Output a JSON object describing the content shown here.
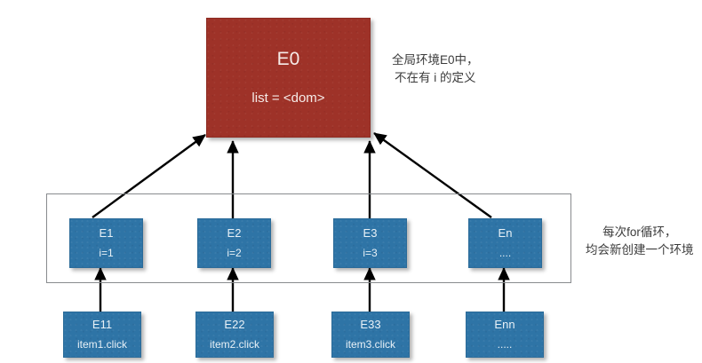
{
  "diagram": {
    "title": "JavaScript closure / for-loop scope chain diagram",
    "colors": {
      "root_fill": "#9e3228",
      "env_fill": "#2e74a6",
      "group_stroke": "#888b8e",
      "arrow": "#000000",
      "annotation_text": "#3b3b3b",
      "background": "#ffffff"
    },
    "root": {
      "name": "E0",
      "detail": "list = <dom>"
    },
    "environments": [
      {
        "name": "E1",
        "detail": "i=1"
      },
      {
        "name": "E2",
        "detail": "i=2"
      },
      {
        "name": "E3",
        "detail": "i=3"
      },
      {
        "name": "En",
        "detail": "...."
      }
    ],
    "handlers": [
      {
        "name": "E11",
        "detail": "item1.click"
      },
      {
        "name": "E22",
        "detail": "item2.click"
      },
      {
        "name": "E33",
        "detail": "item3.click"
      },
      {
        "name": "Enn",
        "detail": "....."
      }
    ],
    "annotations": {
      "root_note": {
        "line1": "全局环境E0中，",
        "line2": "不在有 i 的定义"
      },
      "loop_note": {
        "line1": "每次for循环，",
        "line2": "均会新创建一个环境"
      }
    }
  }
}
